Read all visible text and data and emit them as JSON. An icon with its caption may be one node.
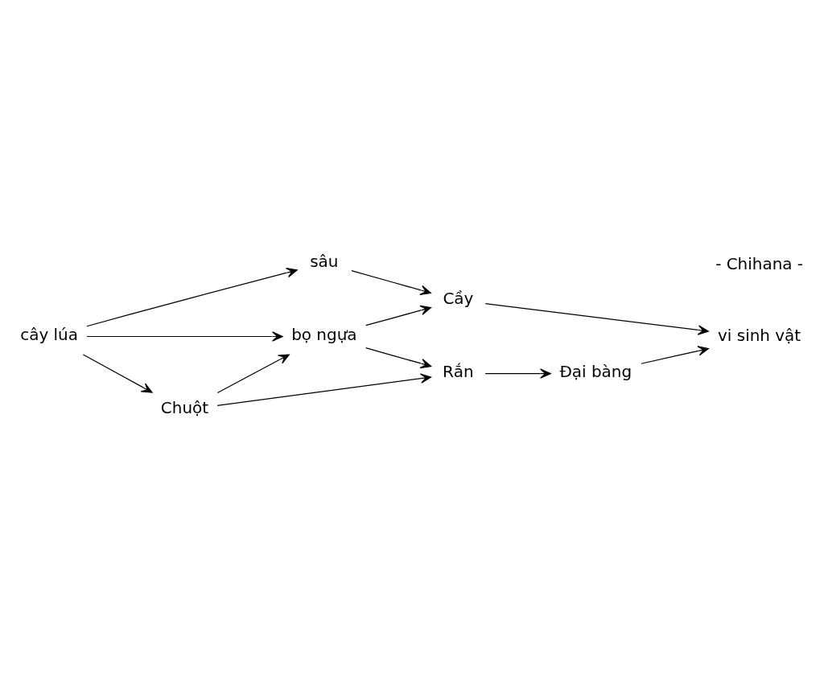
{
  "diagram": {
    "nodes": [
      {
        "text": [
          "cây lúa"
        ]
      },
      {
        "text": [
          "sâu"
        ]
      },
      {
        "text": [
          "bọ ngựa"
        ]
      },
      {
        "text": [
          "Chuột"
        ]
      },
      {
        "text": [
          "Cầy"
        ]
      },
      {
        "text": [
          "Rắn"
        ]
      },
      {
        "text": [
          "Đại bàng"
        ]
      },
      {
        "text": [
          "vi sinh vật"
        ]
      }
    ],
    "edges": [
      {
        "from": 0,
        "to": 1,
        "arrow": "to"
      },
      {
        "from": 0,
        "to": 2,
        "arrow": "to"
      },
      {
        "from": 0,
        "to": 3,
        "arrow": "to"
      },
      {
        "from": 3,
        "to": 2,
        "arrow": "to"
      },
      {
        "from": 1,
        "to": 4,
        "arrow": "to"
      },
      {
        "from": 2,
        "to": 4,
        "arrow": "to"
      },
      {
        "from": 2,
        "to": 5,
        "arrow": "to"
      },
      {
        "from": 3,
        "to": 5,
        "arrow": "to"
      },
      {
        "from": 4,
        "to": 7,
        "arrow": "to"
      },
      {
        "from": 5,
        "to": 6,
        "arrow": "to"
      },
      {
        "from": 6,
        "to": 7,
        "arrow": "to"
      }
    ],
    "labels": [
      "- Chihana -"
    ]
  }
}
